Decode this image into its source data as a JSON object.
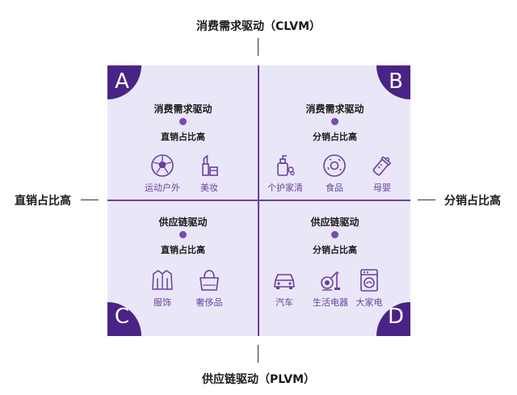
{
  "axes": {
    "top": "消费需求驱动（CLVM）",
    "bottom": "供应链驱动（PLVM）",
    "left": "直销占比高",
    "right": "分销占比高"
  },
  "colors": {
    "accent": "#4a2386",
    "line": "#6a3fa0",
    "quad_bg": "#e9e7f7"
  },
  "quadrants": {
    "a": {
      "letter": "A",
      "title": "消费需求驱动",
      "subtitle": "直销占比高",
      "items": [
        {
          "label": "运动户外",
          "icon": "soccer-ball-icon"
        },
        {
          "label": "美妆",
          "icon": "cosmetics-icon"
        }
      ]
    },
    "b": {
      "letter": "B",
      "title": "消费需求驱动",
      "subtitle": "分销占比高",
      "items": [
        {
          "label": "个护家清",
          "icon": "soap-bottle-icon"
        },
        {
          "label": "食品",
          "icon": "donut-icon"
        },
        {
          "label": "母婴",
          "icon": "baby-bottle-icon"
        }
      ]
    },
    "c": {
      "letter": "C",
      "title": "供应链驱动",
      "subtitle": "直销占比高",
      "items": [
        {
          "label": "服饰",
          "icon": "jacket-icon"
        },
        {
          "label": "奢侈品",
          "icon": "handbag-icon"
        }
      ]
    },
    "d": {
      "letter": "D",
      "title": "供应链驱动",
      "subtitle": "分销占比高",
      "items": [
        {
          "label": "汽车",
          "icon": "car-icon"
        },
        {
          "label": "生活电器",
          "icon": "vacuum-icon"
        },
        {
          "label": "大家电",
          "icon": "washing-machine-icon"
        }
      ]
    }
  }
}
